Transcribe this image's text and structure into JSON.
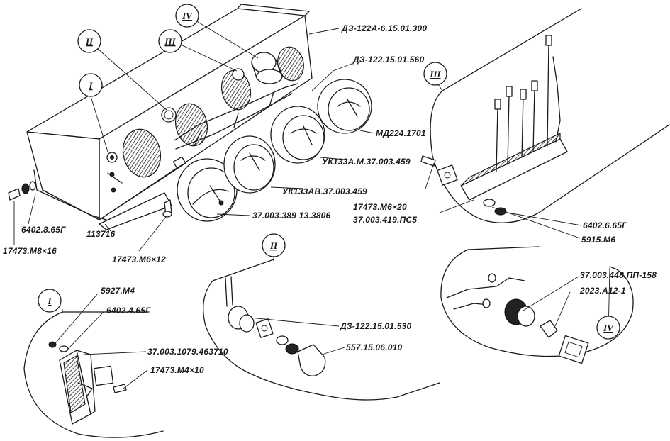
{
  "labels": {
    "panel_housing": "ДЗ-122А-6.15.01.300",
    "bracket": "ДЗ-122.15.01.560",
    "gauge_md": "МД224.1701",
    "gauge_uk_m": "УК133А.М.37.003.459",
    "gauge_uk_v": "УК133АВ.37.003.459",
    "gauge_main": "37.003.389 13.3806",
    "washer_left": "6402.8.65Г",
    "bolt_left": "17473.М8×16",
    "part_113716": "113716",
    "bolt_m6x12": "17473.М6×12",
    "bolt_m6x20": "17473.М6×20",
    "terminal_block": "37.003.419.ПС5",
    "washer_6402_6": "6402.6.65Г",
    "nut_m6": "5915.М6",
    "nut_m4": "5927.М4",
    "washer_6402_4": "6402.4.65Г",
    "switch_I": "37.003.1079.463710",
    "screw_m4x10": "17473.М4×10",
    "lamp_holder_II": "ДЗ-122.15.01.530",
    "lamp_cap_II": "557.15.06.010",
    "lamp_socket_IV": "37.003.448.ПП-158",
    "bulb_IV": "2023.А12-1"
  },
  "callouts": {
    "I": "I",
    "II": "II",
    "III": "III",
    "IV": "IV"
  }
}
